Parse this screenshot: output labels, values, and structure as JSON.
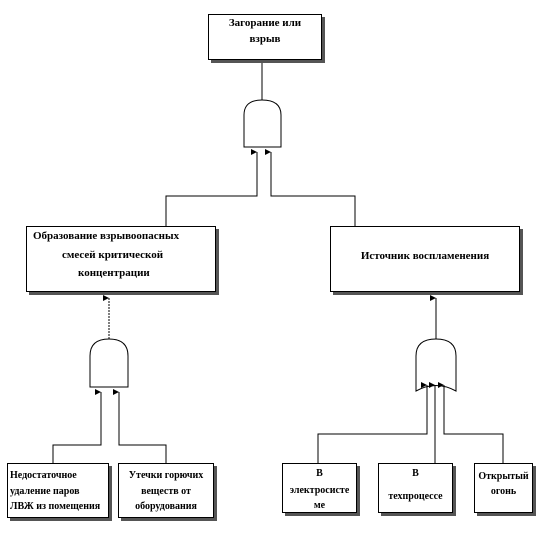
{
  "top_event": {
    "line1": "Загорание или",
    "line2": "взрыв"
  },
  "left_event": {
    "line1": "Образование взрывоопасных",
    "line2": "смесей критической",
    "line3": "концентрации"
  },
  "right_event": {
    "label": "Источник воспламенения"
  },
  "basic_events": {
    "vapor_removal": {
      "line1": "Недостаточное",
      "line2": "удаление паров",
      "line3": "ЛВЖ из помещения"
    },
    "gas_leak": {
      "line1": "Утечки горючих",
      "line2": "веществ от",
      "line3": "оборудования"
    },
    "electrical": {
      "line1": "В",
      "line2": "электросисте",
      "line3": "ме"
    },
    "process": {
      "line1": "В",
      "line2": "техпроцессе"
    },
    "open_flame": {
      "line1": "Открытый",
      "line2": "огонь"
    }
  },
  "colors": {
    "line": "#000000",
    "shadow": "#555555",
    "background": "#ffffff"
  }
}
